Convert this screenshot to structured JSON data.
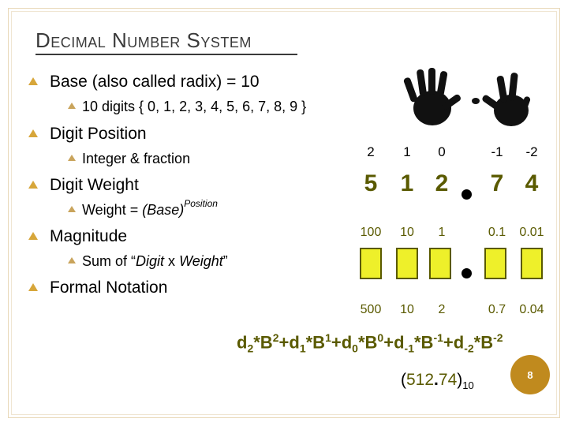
{
  "title": "Decimal Number System",
  "bullets": {
    "base": "Base (also called radix) = 10",
    "digits": "10 digits { 0, 1, 2, 3, 4, 5, 6, 7, 8, 9 }",
    "digit_position": "Digit Position",
    "integer_fraction": "Integer & fraction",
    "digit_weight": "Digit Weight",
    "weight_prefix": "Weight = ",
    "weight_base": "(Base)",
    "weight_sup": "Position",
    "magnitude": "Magnitude",
    "sum_prefix": "Sum of “",
    "sum_digit": "Digit",
    "sum_x": " x ",
    "sum_weight": "Weight",
    "sum_suffix": "”",
    "formal_notation": "Formal Notation"
  },
  "table": {
    "positions": [
      "2",
      "1",
      "0",
      "-1",
      "-2"
    ],
    "digits": [
      "5",
      "1",
      "2",
      "7",
      "4"
    ],
    "weights": [
      "100",
      "10",
      "1",
      "0.1",
      "0.01"
    ],
    "magnitudes": [
      "500",
      "10",
      "2",
      "0.7",
      "0.04"
    ]
  },
  "formula": {
    "terms": [
      {
        "d": "d",
        "i": "2",
        "B": "*B",
        "e": "2",
        "op": "+"
      },
      {
        "d": "d",
        "i": "1",
        "B": "*B",
        "e": "1",
        "op": "+"
      },
      {
        "d": "d",
        "i": "0",
        "B": "*B",
        "e": "0",
        "op": "+"
      },
      {
        "d": "d",
        "i": "-1",
        "B": "*B",
        "e": "-1",
        "op": "+"
      },
      {
        "d": "d",
        "i": "-2",
        "B": "*B",
        "e": "-2",
        "op": ""
      }
    ]
  },
  "result": {
    "open": "(",
    "int": "512",
    "dot": ".",
    "frac": "74",
    "close": ")",
    "base": "10"
  },
  "page_number": "8",
  "colors": {
    "accent": "#d7a63a",
    "olive_text": "#5a5a00",
    "box_fill": "#eef02a",
    "page_badge": "#c08a1e"
  },
  "icons": [
    "hand-icon-five-fingers",
    "hand-icon-two-fingers",
    "decimal-point-icon"
  ]
}
